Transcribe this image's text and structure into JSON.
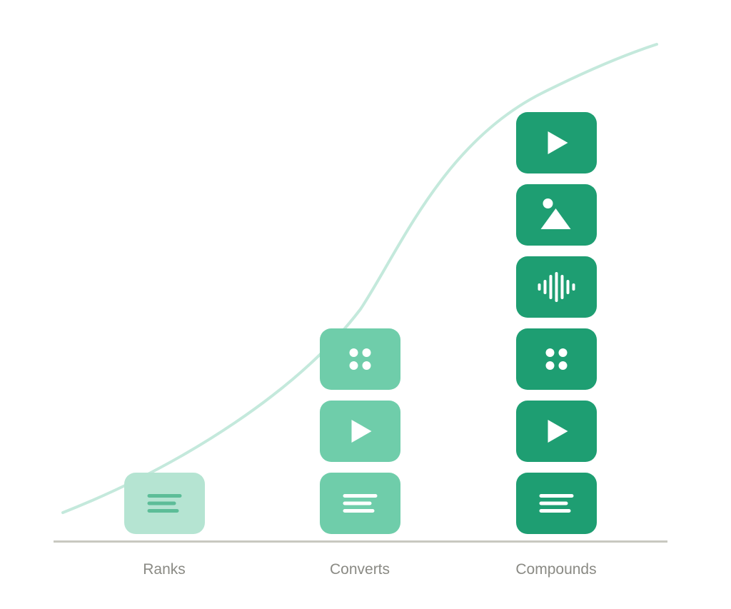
{
  "colors": {
    "curve": "#c4e9dc",
    "baseline": "#c8c8c0",
    "label": "#8a8a84",
    "tier_light": "#b5e4d2",
    "tier_light_icon": "#5cbd98",
    "tier_mid": "#6fcdaa",
    "tier_dark": "#1e9e72",
    "icon_white": "#ffffff"
  },
  "columns": [
    {
      "label": "Ranks",
      "tier": "light",
      "icons": [
        "text-lines-icon"
      ]
    },
    {
      "label": "Converts",
      "tier": "mid",
      "icons": [
        "text-lines-icon",
        "play-icon",
        "grid-dots-icon"
      ]
    },
    {
      "label": "Compounds",
      "tier": "dark",
      "icons": [
        "text-lines-icon",
        "play-icon",
        "grid-dots-icon",
        "audio-wave-icon",
        "image-icon",
        "play-icon"
      ]
    }
  ]
}
